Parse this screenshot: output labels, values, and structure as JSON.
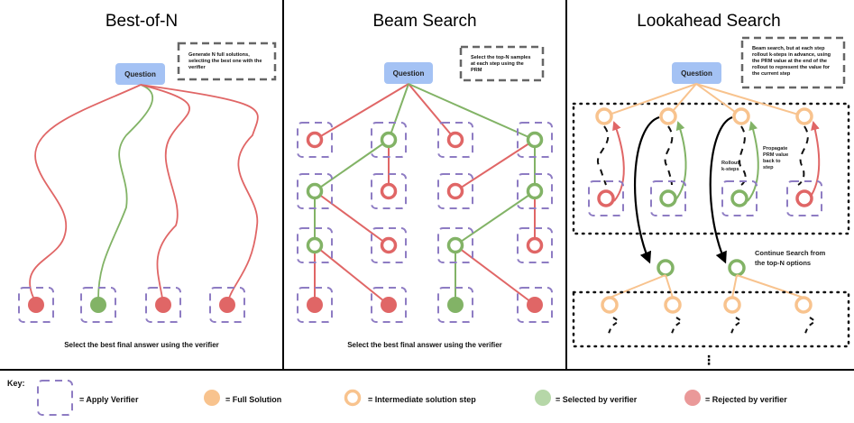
{
  "colors": {
    "selected": "#82b366",
    "rejected": "#e06666",
    "full": "#f8c38e",
    "intermediate": "#f8c38e",
    "question_fill": "#a4c2f4",
    "verifier": "#8e7cc3",
    "key_selected": "#b6d7a8",
    "key_rejected": "#ea9999",
    "note_border": "#666666",
    "divider": "#000000"
  },
  "panels": [
    {
      "id": "best-of-n",
      "title": "Best-of-N",
      "question_label": "Question",
      "note": [
        "Generate N full solutions,",
        "selecting the best one with the",
        "verifier"
      ],
      "caption": "Select the best final answer using the verifier",
      "final_nodes": [
        "rejected",
        "selected",
        "rejected",
        "rejected"
      ]
    },
    {
      "id": "beam-search",
      "title": "Beam Search",
      "question_label": "Question",
      "note": [
        "Select the top-N samples",
        "at each step using the",
        "PRM"
      ],
      "caption": "Select the best final answer using the verifier",
      "levels": [
        [
          "rejected",
          "selected",
          "rejected",
          "selected"
        ],
        [
          "selected",
          "rejected",
          "rejected",
          "selected"
        ],
        [
          "selected",
          "rejected",
          "selected",
          "rejected"
        ],
        [
          "rejected",
          "rejected",
          "selected",
          "rejected"
        ]
      ]
    },
    {
      "id": "lookahead-search",
      "title": "Lookahead Search",
      "question_label": "Question",
      "note": [
        "Beam search, but at each step",
        "rollout k-steps in advance, using",
        "the PRM value at the end of the",
        "rollout to represent the value for",
        "the current step"
      ],
      "rollout_label": [
        "Rollout",
        "k-steps"
      ],
      "propagate_label": [
        "Propagate",
        "PRM value",
        "back to",
        "step"
      ],
      "continue_label": [
        "Continue Search from",
        "the top-N options"
      ],
      "rollout_results": [
        "rejected",
        "selected",
        "selected",
        "rejected"
      ],
      "ellipsis": "⋮"
    }
  ],
  "key": {
    "title": "Key:",
    "items": [
      {
        "symbol": "verifier-box",
        "label": "=  Apply Verifier"
      },
      {
        "symbol": "full-solution",
        "label": "=  Full Solution"
      },
      {
        "symbol": "intermediate-step",
        "label": "=  Intermediate solution step"
      },
      {
        "symbol": "selected",
        "label": "=  Selected by verifier"
      },
      {
        "symbol": "rejected",
        "label": "=  Rejected by verifier"
      }
    ]
  }
}
